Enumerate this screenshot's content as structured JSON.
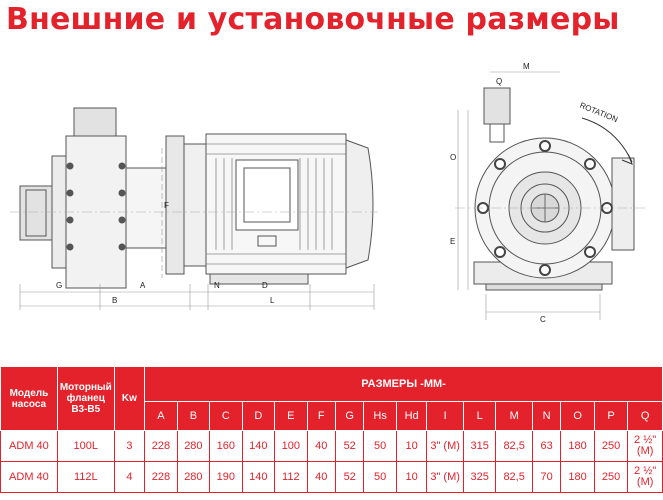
{
  "title": "Внешние и установочные размеры",
  "drawing": {
    "dim_labels": [
      "G",
      "A",
      "B",
      "N",
      "D",
      "L",
      "F",
      "M",
      "Q",
      "O",
      "E",
      "C"
    ],
    "rotation_label": "ROTATION"
  },
  "table": {
    "model_header": "Модель насоса",
    "flange_header": "Моторный фланец B3-B5",
    "kw_header": "Kw",
    "sizes_header": "РАЗМЕРЫ -ММ-",
    "columns": [
      "A",
      "B",
      "C",
      "D",
      "E",
      "F",
      "G",
      "Hs",
      "Hd",
      "I",
      "L",
      "M",
      "N",
      "O",
      "P",
      "Q"
    ],
    "rows": [
      {
        "model": "ADM 40",
        "flange": "100L",
        "kw": "3",
        "values": [
          "228",
          "280",
          "160",
          "140",
          "100",
          "40",
          "52",
          "50",
          "10",
          "3\" (M)",
          "315",
          "82,5",
          "63",
          "180",
          "250",
          "2 ½\" (M)"
        ]
      },
      {
        "model": "ADM 40",
        "flange": "112L",
        "kw": "4",
        "values": [
          "228",
          "280",
          "190",
          "140",
          "112",
          "40",
          "52",
          "50",
          "10",
          "3\" (M)",
          "325",
          "82,5",
          "70",
          "180",
          "250",
          "2 ½\" (M)"
        ]
      }
    ]
  },
  "colors": {
    "accent": "#e4222b"
  }
}
